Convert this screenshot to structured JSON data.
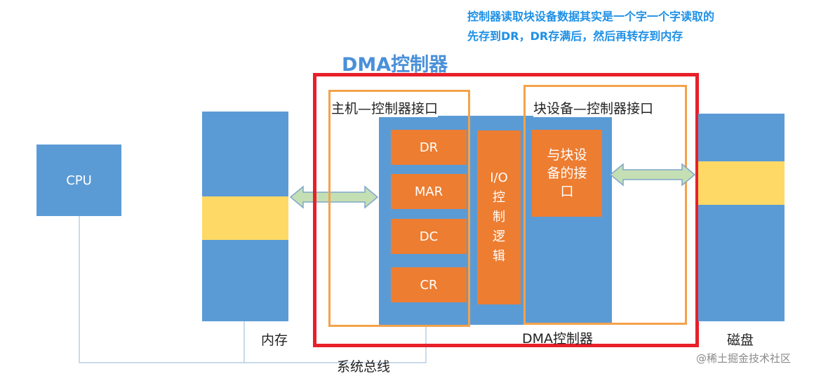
{
  "annotation": {
    "line1": "控制器读取块设备数据其实是一个字一个字读取的",
    "line2": "先存到DR，DR存满后，然后再转存到内存"
  },
  "dma_title": "DMA控制器",
  "host_interface_label": "主机—控制器接口",
  "block_interface_label": "块设备—控制器接口",
  "cpu_label": "CPU",
  "registers": [
    "DR",
    "MAR",
    "DC",
    "CR"
  ],
  "io_control_chars": [
    "I/O",
    "控",
    "制",
    "逻",
    "辑"
  ],
  "block_device_interface_box": [
    "与块设",
    "备的接",
    "口"
  ],
  "memory_label": "内存",
  "dma_bottom_label": "DMA控制器",
  "disk_label": "磁盘",
  "bus_label": "系统总线",
  "watermark": "@稀土掘金技术社区",
  "colors": {
    "box_blue": "#5b9bd5",
    "register_orange": "#ed7d31",
    "highlight_yellow": "#ffd966",
    "frame_red": "#e8202a",
    "interface_orange": "#f4a24a",
    "arrow_green": "#c5dfb4",
    "annotation_blue": "#1e90e6"
  }
}
